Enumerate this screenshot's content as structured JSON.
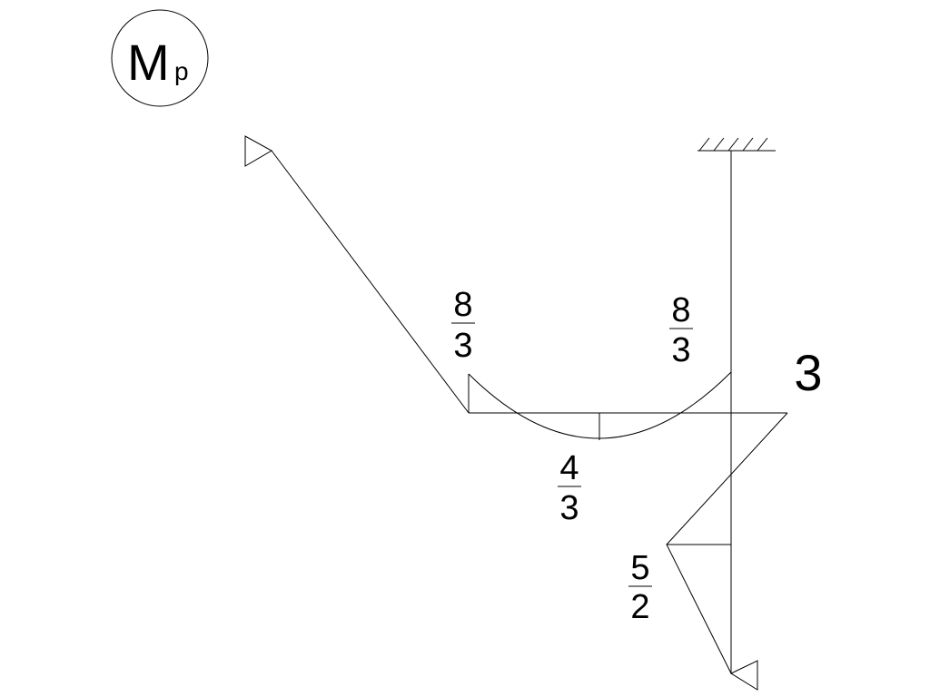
{
  "title": {
    "letter": "M",
    "subscript": "p"
  },
  "labels": {
    "left_joint": {
      "numerator": "8",
      "denominator": "3"
    },
    "right_joint": {
      "numerator": "8",
      "denominator": "3"
    },
    "beam_mid": {
      "numerator": "4",
      "denominator": "3"
    },
    "column_lower": {
      "numerator": "5",
      "denominator": "2"
    },
    "column_top_value": "3"
  },
  "colors": {
    "line": "#000000",
    "background": "#ffffff"
  }
}
